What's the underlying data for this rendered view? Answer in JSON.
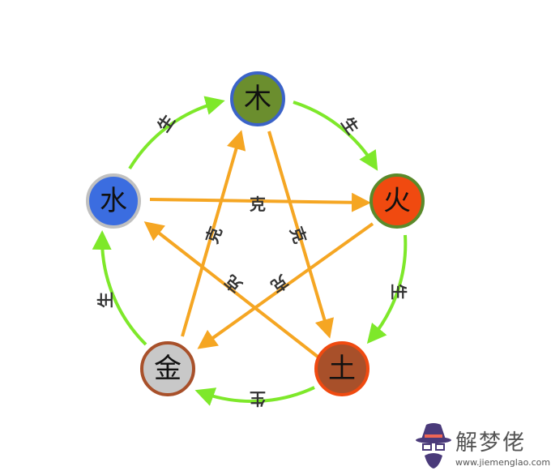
{
  "elements": [
    {
      "id": "wood",
      "glyph": "木",
      "fill": "#6b8e2e",
      "ring": "#3b63c8"
    },
    {
      "id": "fire",
      "glyph": "火",
      "fill": "#f04a10",
      "ring": "#5a8a2a"
    },
    {
      "id": "earth",
      "glyph": "土",
      "fill": "#a8502a",
      "ring": "#f04a10"
    },
    {
      "id": "metal",
      "glyph": "金",
      "fill": "#c8c8c8",
      "ring": "#a8502a"
    },
    {
      "id": "water",
      "glyph": "水",
      "fill": "#3b6de0",
      "ring": "#c0c0c0"
    }
  ],
  "generate_label": "生",
  "overcome_label": "克",
  "colors": {
    "generate": "#7ee82a",
    "overcome": "#f5a623"
  },
  "watermark": {
    "title": "解梦佬",
    "url": "www.jiemenglao.com"
  }
}
